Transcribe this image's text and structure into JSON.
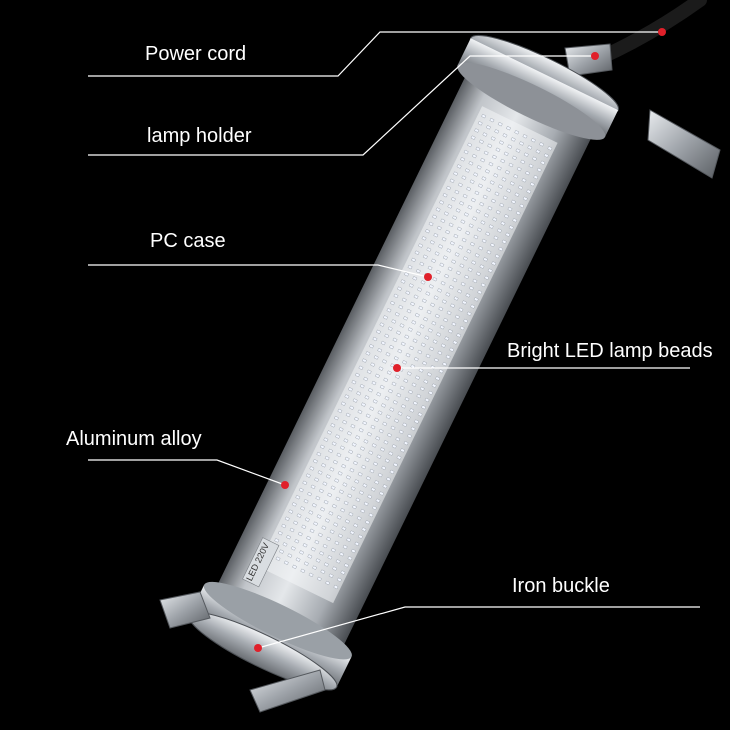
{
  "labels": {
    "power_cord": "Power cord",
    "lamp_holder": "lamp holder",
    "pc_case": "PC case",
    "led_beads": "Bright LED lamp beads",
    "aluminum_alloy": "Aluminum alloy",
    "iron_buckle": "Iron buckle"
  },
  "tube_marking": "LED 220V",
  "colors": {
    "background": "#000000",
    "callout_line": "#ffffff",
    "callout_dot": "#e0202a",
    "led_bead": "#f2f6ff",
    "metal": "#b8bcc2"
  }
}
